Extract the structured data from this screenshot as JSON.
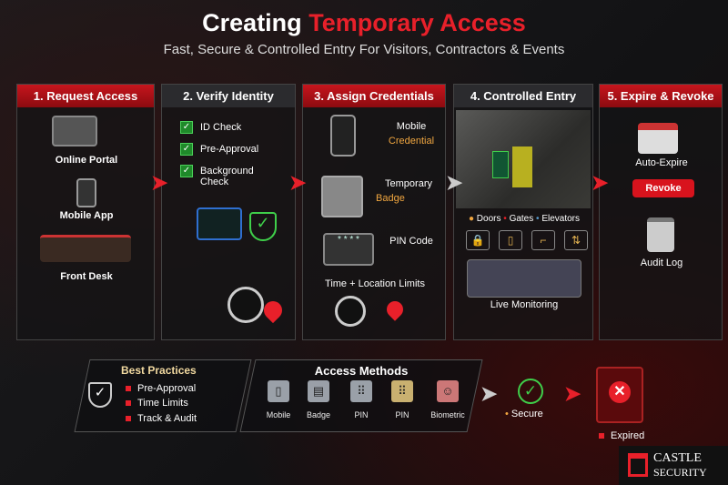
{
  "title": {
    "prefix": "Creating",
    "highlight": "Temporary Access"
  },
  "subtitle": "Fast, Secure & Controlled Entry For Visitors, Contractors & Events",
  "steps": [
    {
      "title": "1. Request Access",
      "items": [
        "Online Portal",
        "Mobile App",
        "Front Desk"
      ]
    },
    {
      "title": "2. Verify Identity",
      "checks": [
        "ID Check",
        "Pre-Approval",
        "Background Check"
      ]
    },
    {
      "title": "3. Assign Credentials",
      "items": [
        {
          "l1": "Mobile",
          "l2": "Credential"
        },
        {
          "l1": "Temporary",
          "l2": "Badge"
        },
        {
          "l1": "PIN Code",
          "l2": ""
        }
      ],
      "limits": "Time + Location Limits"
    },
    {
      "title": "4. Controlled Entry",
      "zones": [
        "Doors",
        "Gates",
        "Elevators"
      ],
      "monitoring": "Live Monitoring"
    },
    {
      "title": "5. Expire & Revoke",
      "auto": "Auto-Expire",
      "revoke": "Revoke",
      "audit": "Audit Log"
    }
  ],
  "best_practices": {
    "title": "Best Practices",
    "items": [
      "Pre-Approval",
      "Time Limits",
      "Track & Audit"
    ]
  },
  "access_methods": {
    "title": "Access Methods",
    "items": [
      "Mobile",
      "Badge",
      "PIN",
      "PIN",
      "Biometric"
    ]
  },
  "secure": "Secure",
  "expired": "Expired",
  "logo": {
    "l1": "CASTLE",
    "l2": "SECURITY"
  },
  "colors": {
    "accent": "#e8202a",
    "success": "#3fcf4a",
    "highlight": "#f0a640"
  }
}
